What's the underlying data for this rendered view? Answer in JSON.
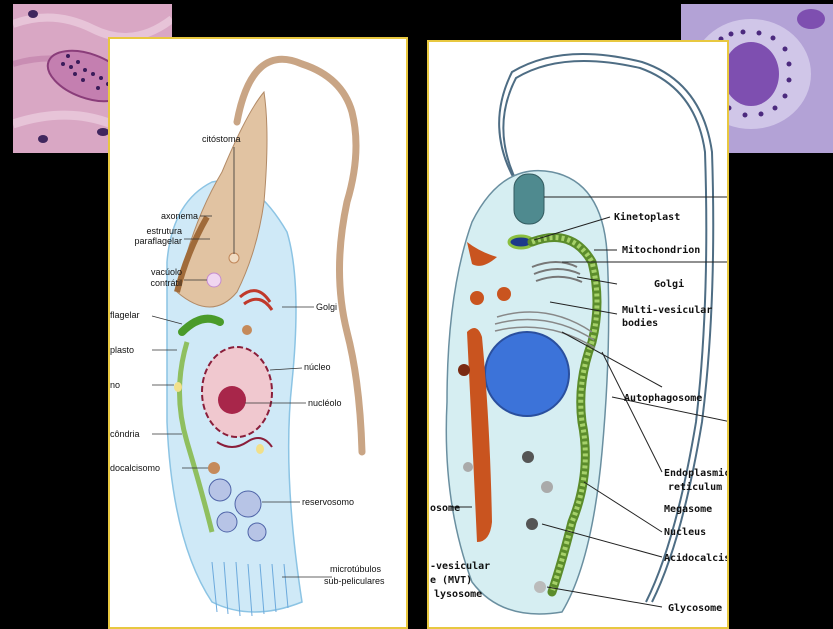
{
  "left_diagram": {
    "labels": {
      "citostoma": "citóstoma",
      "axonema": "axonema",
      "estrutura": "estrutura",
      "paraflagelar": "paraflagelar",
      "vacuolo": "vacúolo",
      "contratil": "contrátil",
      "golgi": "Golgi",
      "flagelar": "flagelar",
      "plasto": "plasto",
      "nucleo": "núcleo",
      "no": "no",
      "nucleolo": "nucléolo",
      "condria": "côndria",
      "docalcisomo": "docalcisomo",
      "reservosomo": "reservosomo",
      "microtubulos": "microtúbulos",
      "subpeliculares": "sub-peliculares"
    }
  },
  "right_diagram": {
    "labels": {
      "kinetoplast": "Kinetoplast",
      "mitochondrion": "Mitochondrion",
      "golgi": "Golgi",
      "multi_vesicular": "Multi-vesicular",
      "bodies": "bodies",
      "autophagosome": "Autophagosome",
      "endoplasmic": "Endoplasmic",
      "reticulum": "reticulum",
      "megasome": "Megasome",
      "nucleus": "Nucleus",
      "acidocalcisome": "Acidocalcis",
      "osome": "osome",
      "vesicular": "-vesicular",
      "mvt": "e (MVT)",
      "lysosome": "lysosome",
      "glycosome": "Glycosome"
    }
  },
  "colors": {
    "panel_border": "#e8c840",
    "background": "#000000"
  }
}
